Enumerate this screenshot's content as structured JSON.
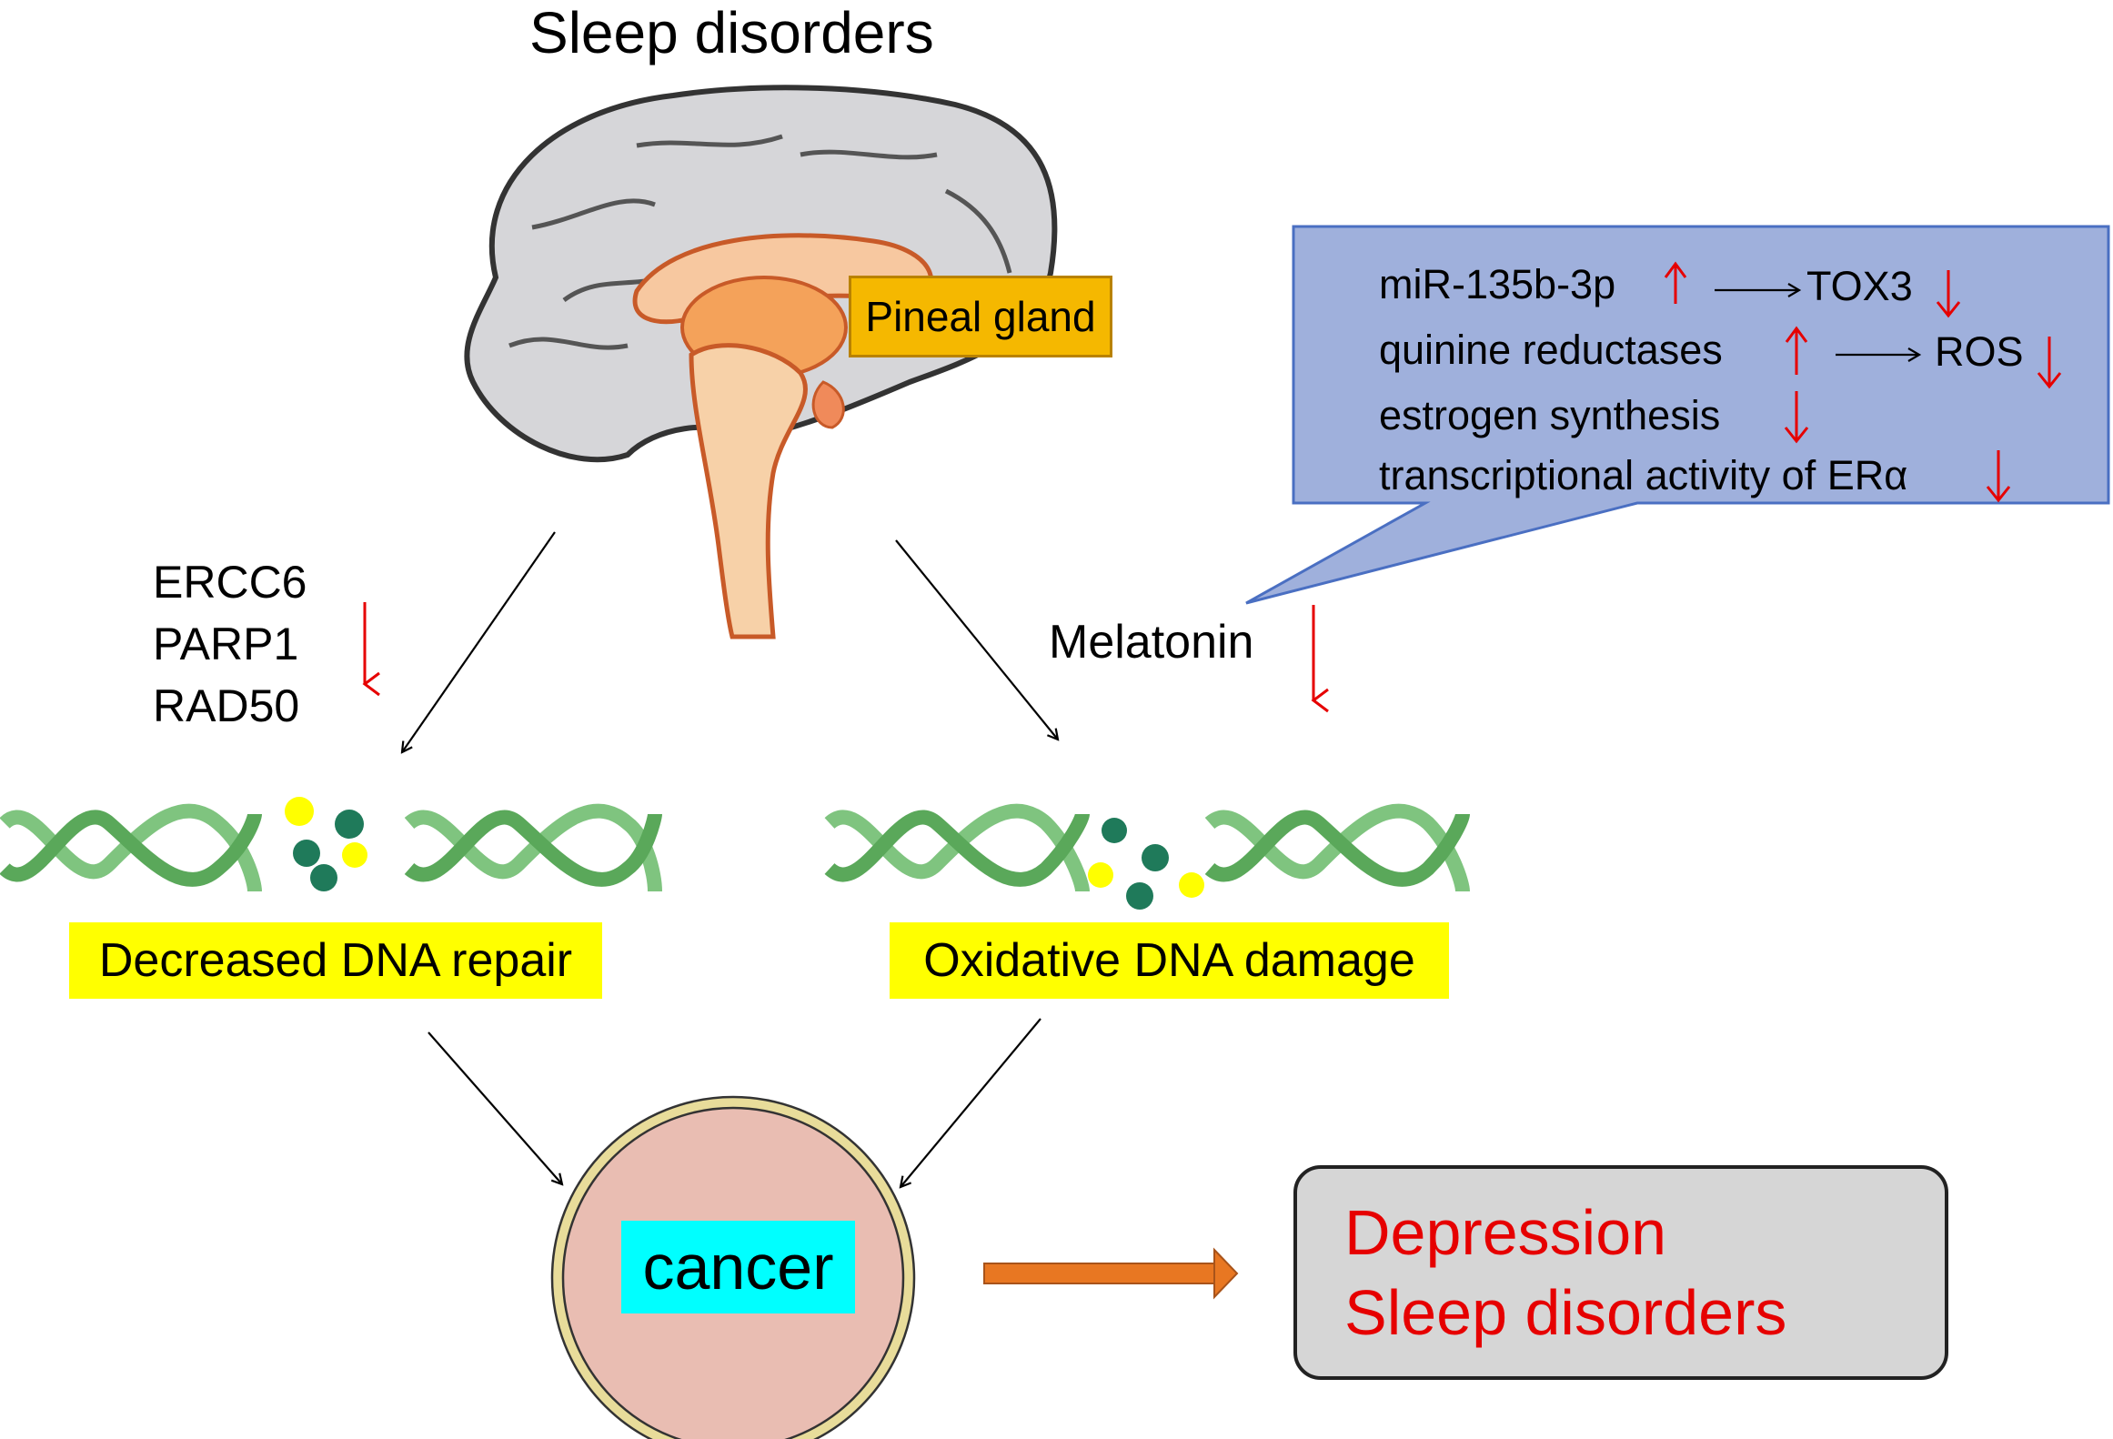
{
  "title": "Sleep disorders",
  "brain": {
    "label": "Pineal gland",
    "icon": "brain-sagittal-icon"
  },
  "left_branch": {
    "genes": [
      "ERCC6",
      "PARP1",
      "RAD50"
    ],
    "genes_direction": "down",
    "outcome_label": "Decreased DNA repair"
  },
  "right_branch": {
    "label": "Melatonin",
    "direction": "down",
    "outcome_label": "Oxidative DNA damage"
  },
  "callout": {
    "lines": [
      {
        "text": "miR-135b-3p",
        "direction": "up",
        "target": "TOX3",
        "target_direction": "down"
      },
      {
        "text": "quinine reductases",
        "direction": "up",
        "target": "ROS",
        "target_direction": "down"
      },
      {
        "text": "estrogen synthesis",
        "direction": "down"
      },
      {
        "text": "transcriptional activity of ERα",
        "direction": "down"
      }
    ]
  },
  "center": {
    "label": "cancer"
  },
  "consequence": {
    "lines": [
      "Depression",
      "Sleep disorders"
    ]
  },
  "colors": {
    "callout_fill": "#9fb0dc",
    "callout_border": "#4a6fc2",
    "highlight": "#ffff00",
    "cancer_fill": "#e9bdb2",
    "cancer_ring": "#e8dc9a",
    "cancer_label_bg": "#00ffff",
    "arrow_down_red": "#e60000",
    "orange_arrow": "#e87722",
    "pineal_box": "#f5b800",
    "dna_green": "#7fc47f"
  }
}
